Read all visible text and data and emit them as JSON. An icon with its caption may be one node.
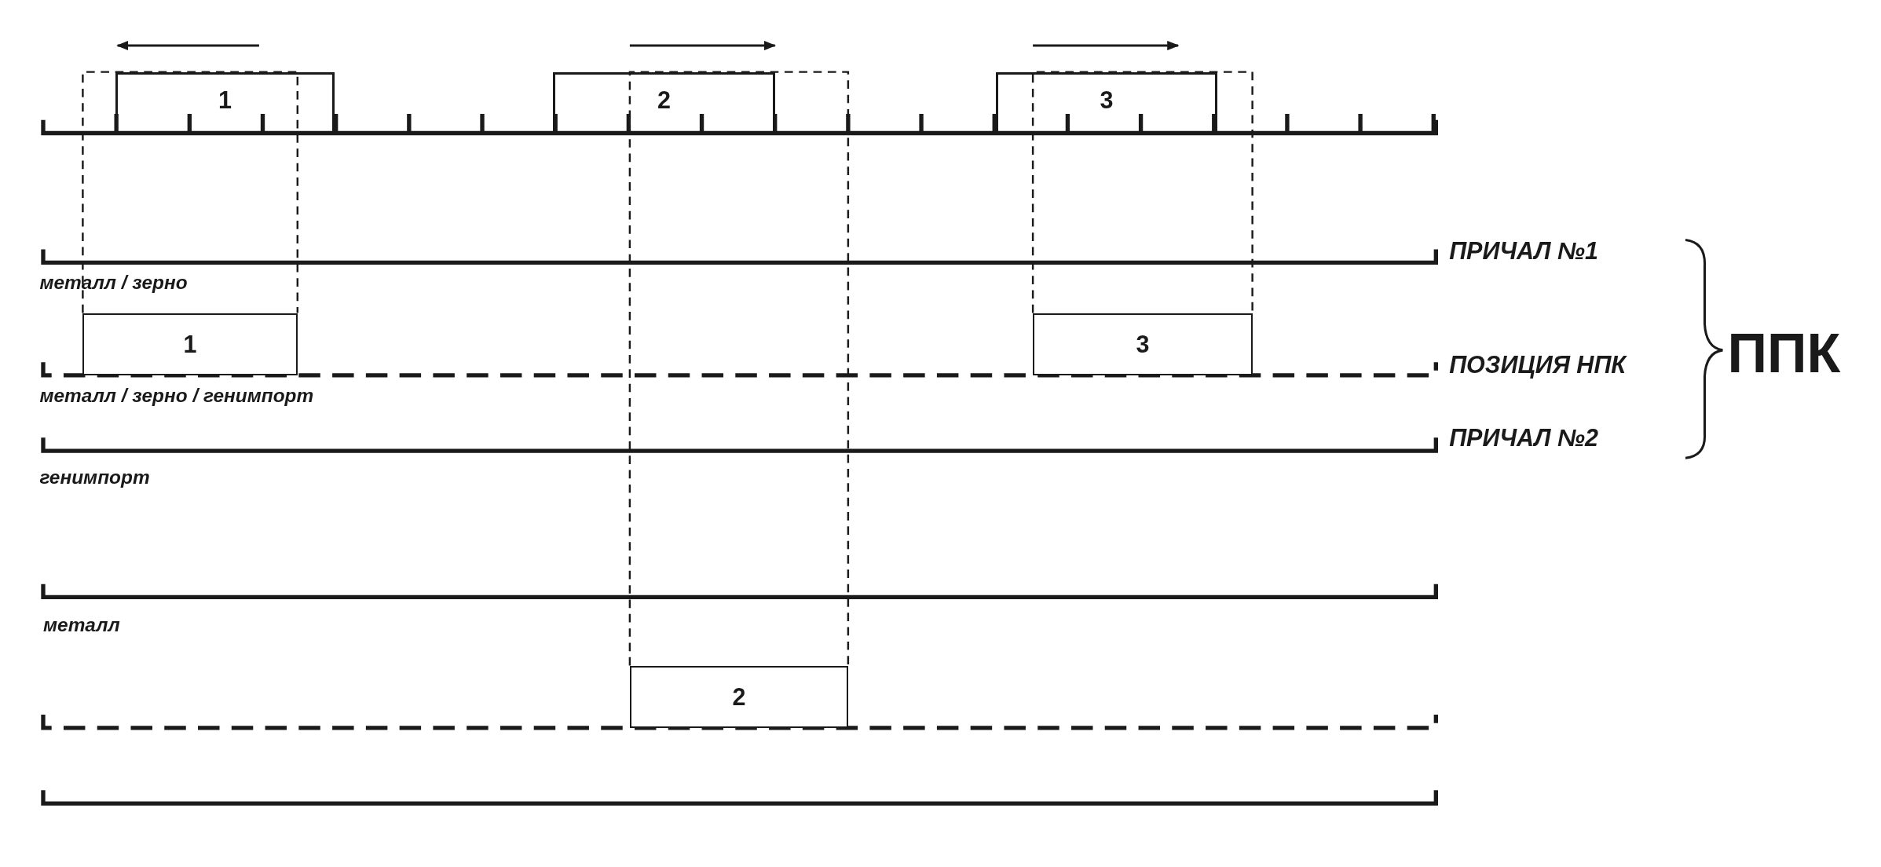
{
  "diagram": {
    "nodes": [
      {
        "text": [
          "1"
        ]
      },
      {
        "text": [
          "2"
        ]
      },
      {
        "text": [
          "3"
        ]
      },
      {
        "text": [
          "1"
        ]
      },
      {
        "text": [
          "3"
        ]
      },
      {
        "text": [
          "2"
        ]
      }
    ],
    "labels": [
      "ПРИЧАЛ №1",
      "металл / зерно",
      "ППК",
      "ПОЗИЦИЯ НПК",
      "металл / зерно / генимпорт",
      "ПРИЧАЛ №2",
      "генимпорт",
      "металл"
    ]
  }
}
